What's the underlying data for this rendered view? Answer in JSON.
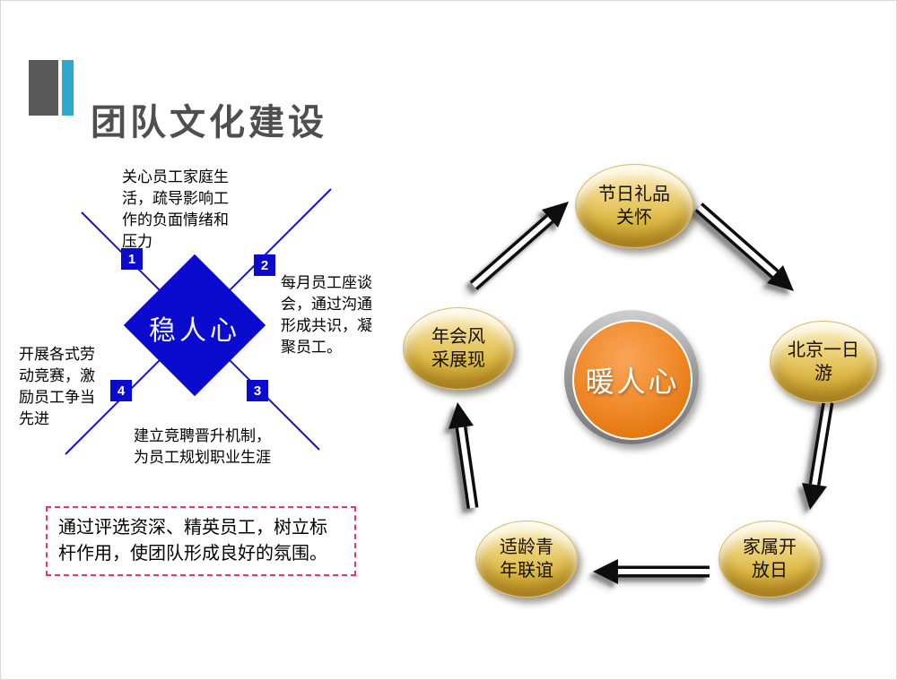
{
  "header": {
    "title": "团队文化建设"
  },
  "colors": {
    "title_gray": "#595959",
    "accent_blue": "#2ea9cc",
    "diamond_blue": "#0b0bd0",
    "note_border_pink": "#e8356d",
    "gold_node": "#debb49",
    "center_orange": "#ee8122"
  },
  "stabilize": {
    "diamond_label": "稳人心",
    "items": [
      {
        "num": "1",
        "text": "关心员工家庭生活，疏导影响工作的负面情绪和压力"
      },
      {
        "num": "2",
        "text": "每月员工座谈会，通过沟通形成共识，凝聚员工。"
      },
      {
        "num": "3",
        "text": "建立竞聘晋升机制，为员工规划职业生涯"
      },
      {
        "num": "4",
        "text": "开展各式劳动竞赛，激励员工争当先进"
      }
    ]
  },
  "note": {
    "text": "通过评选资深、精英员工，树立标杆作用，使团队形成良好的氛围。"
  },
  "cycle": {
    "center_label": "暖人心",
    "nodes": [
      {
        "line1": "节日礼品",
        "line2": "关怀"
      },
      {
        "line1": "北京一日",
        "line2": "游"
      },
      {
        "line1": "家属开",
        "line2": "放日"
      },
      {
        "line1": "适龄青",
        "line2": "年联谊"
      },
      {
        "line1": "年会风",
        "line2": "采展现"
      }
    ]
  }
}
